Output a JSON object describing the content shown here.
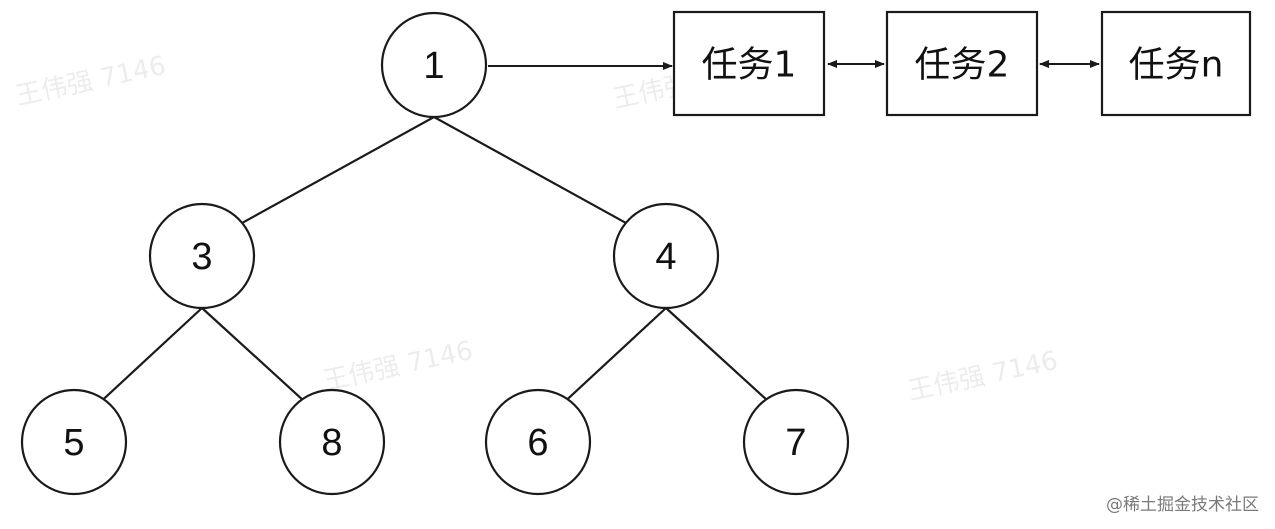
{
  "tree": {
    "nodes": [
      {
        "id": "n1",
        "label": "1"
      },
      {
        "id": "n3",
        "label": "3"
      },
      {
        "id": "n4",
        "label": "4"
      },
      {
        "id": "n5",
        "label": "5"
      },
      {
        "id": "n8",
        "label": "8"
      },
      {
        "id": "n6",
        "label": "6"
      },
      {
        "id": "n7",
        "label": "7"
      }
    ],
    "edges": [
      [
        "n1",
        "n3"
      ],
      [
        "n1",
        "n4"
      ],
      [
        "n3",
        "n5"
      ],
      [
        "n3",
        "n8"
      ],
      [
        "n4",
        "n6"
      ],
      [
        "n4",
        "n7"
      ]
    ]
  },
  "tasks": [
    {
      "id": "t1",
      "label": "任务1"
    },
    {
      "id": "t2",
      "label": "任务2"
    },
    {
      "id": "tn",
      "label": "任务n"
    }
  ],
  "watermark": "王伟强 7146",
  "credit": "@稀土掘金技术社区",
  "colors": {
    "stroke": "#1a1a1a",
    "background": "#ffffff",
    "credit": "#7a7a7a"
  }
}
